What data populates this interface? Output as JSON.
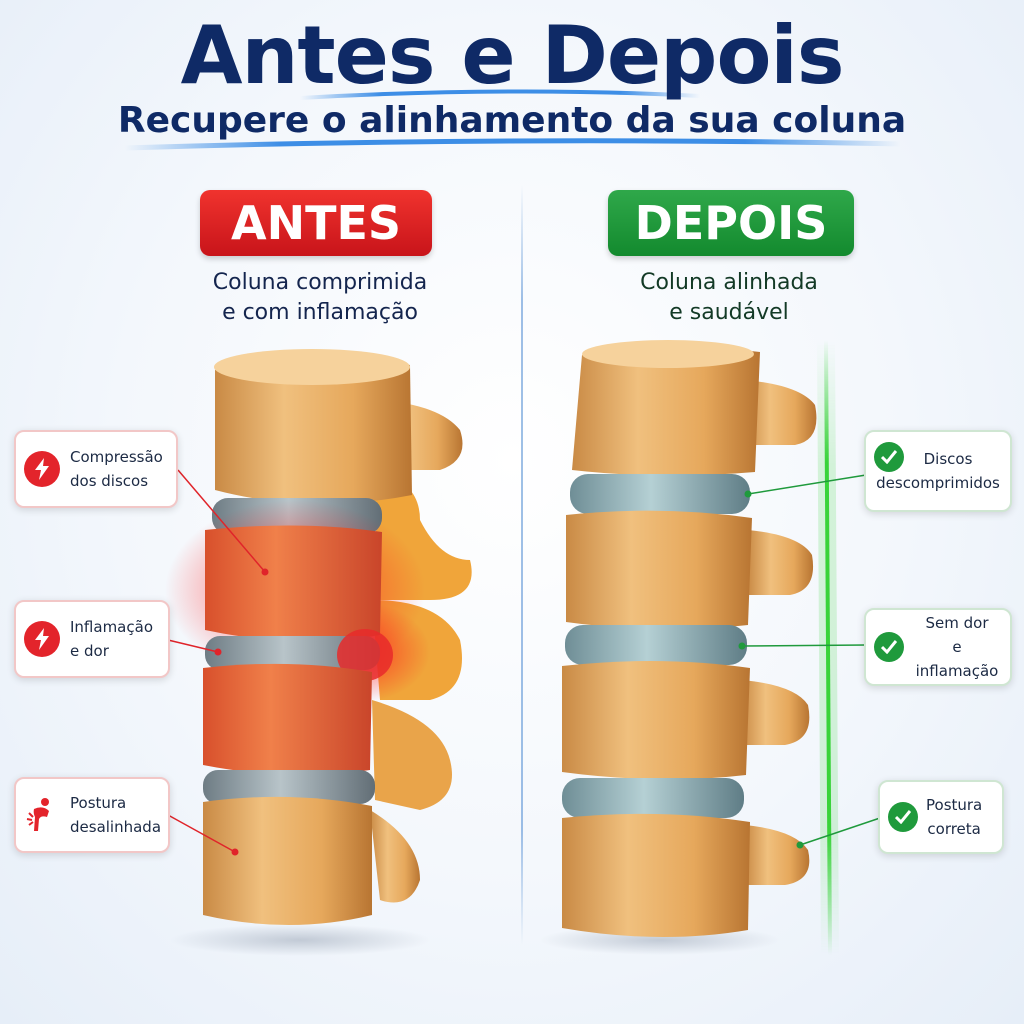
{
  "header": {
    "title": "Antes e Depois",
    "subtitle": "Recupere o alinhamento da sua coluna"
  },
  "before": {
    "badge": "ANTES",
    "description": [
      "Coluna comprimida",
      "e com inflamação"
    ],
    "color": "#e0242a",
    "callouts": [
      {
        "icon": "lightning-icon",
        "lines": [
          "Compressão",
          "dos discos"
        ]
      },
      {
        "icon": "lightning-icon",
        "lines": [
          "Inflamação",
          "e dor"
        ]
      },
      {
        "icon": "bent-posture-icon",
        "lines": [
          "Postura",
          "desalinhada"
        ]
      }
    ]
  },
  "after": {
    "badge": "DEPOIS",
    "description": [
      "Coluna alinhada",
      "e saudável"
    ],
    "color": "#1f9a3c",
    "callouts": [
      {
        "icon": "check-circle-icon",
        "lines": [
          "Discos",
          "descomprimidos"
        ]
      },
      {
        "icon": "check-circle-icon",
        "lines": [
          "Sem dor",
          "e inflamação"
        ]
      },
      {
        "icon": "check-circle-icon",
        "lines": [
          "Postura",
          "correta"
        ]
      }
    ]
  }
}
